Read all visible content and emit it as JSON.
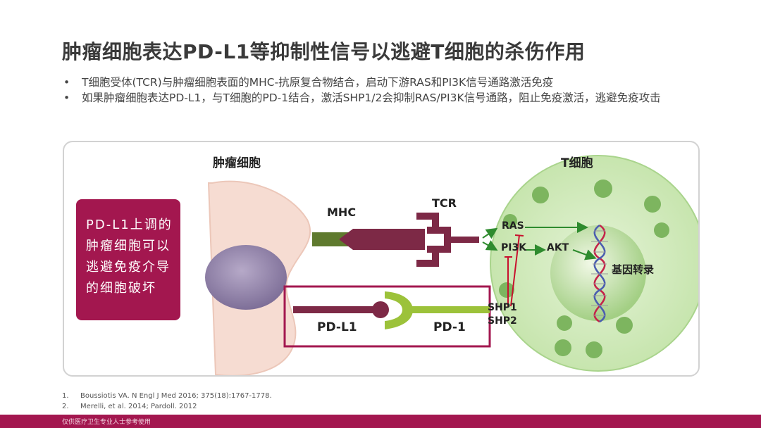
{
  "title": "肿瘤细胞表达PD-L1等抑制性信号以逃避T细胞的杀伤作用",
  "bullets": [
    "T细胞受体(TCR)与肿瘤细胞表面的MHC-抗原复合物结合，启动下游RAS和PI3K信号通路激活免疫",
    "如果肿瘤细胞表达PD-L1，与T细胞的PD-1结合，激活SHP1/2会抑制RAS/PI3K信号通路，阻止免疫激活，逃避免疫攻击"
  ],
  "diagram": {
    "tumor_cell_label": "肿瘤细胞",
    "t_cell_label": "T细胞",
    "mhc_label": "MHC",
    "tcr_label": "TCR",
    "pdl1_label": "PD-L1",
    "pd1_label": "PD-1",
    "ras_label": "RAS",
    "pi3k_label": "PI3K",
    "akt_label": "AKT",
    "shp1_label": "SHP1",
    "shp2_label": "SHP2",
    "gene_label": "基因转录",
    "callout_lines": [
      "PD-L1上调的",
      "肿瘤细胞可以",
      "逃避免疫介导",
      "的细胞破坏"
    ]
  },
  "references": [
    {
      "num": "1.",
      "text": "Boussiotis VA. N Engl J Med 2016; 375(18):1767-1778."
    },
    {
      "num": "2.",
      "text": "Merelli, et al. 2014; Pardoll. 2012"
    }
  ],
  "footer": "仅供医疗卫生专业人士参考使用",
  "colors": {
    "brand": "#a3174f",
    "tumor_cell": "#f6dcd2",
    "tumor_nucleus": "#9a8cb0",
    "t_cell": "#cfe9ba",
    "t_nucleus": "#a9d48c",
    "organelle": "#7db55f",
    "mhc": "#5f7a2e",
    "antigen": "#7d2946",
    "activation_arrow": "#2e8b2e",
    "inhibition_line": "#c8102e"
  }
}
